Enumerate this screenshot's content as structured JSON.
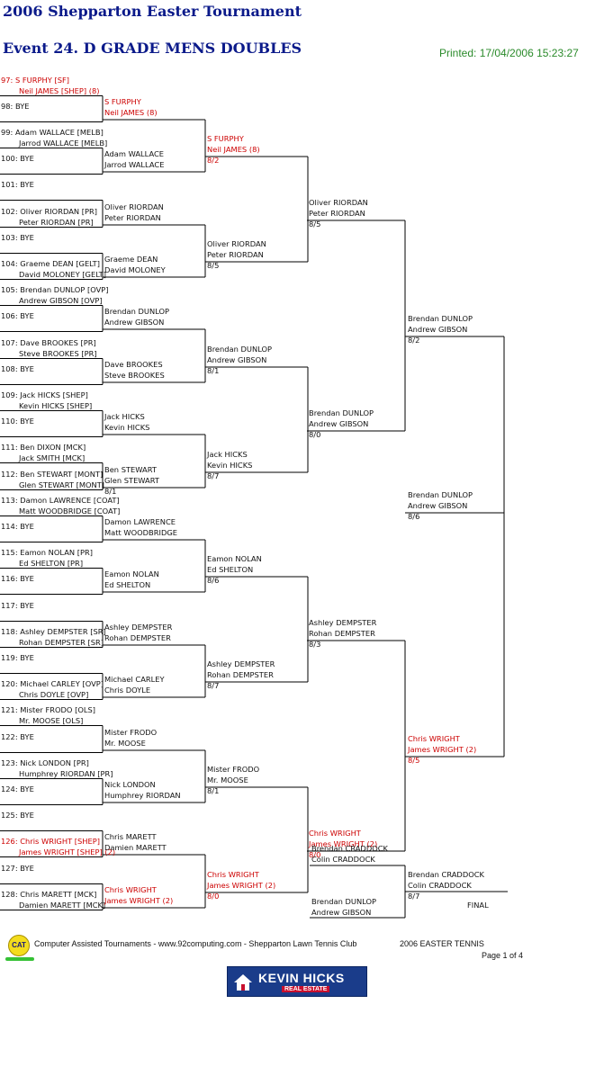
{
  "header": {
    "tournament": "2006 Shepparton Easter Tournament",
    "event": "Event 24. D GRADE MENS DOUBLES",
    "printed": "Printed: 17/04/2006 15:23:27"
  },
  "entries": [
    {
      "n": "97:",
      "l1": "S FURPHY [SF]",
      "l2": "Neil JAMES [SHEP] (8)",
      "seed": true
    },
    {
      "n": "98:",
      "l1": "BYE",
      "l2": ""
    },
    {
      "n": "99:",
      "l1": "Adam WALLACE [MELB]",
      "l2": "Jarrod WALLACE [MELB]"
    },
    {
      "n": "100:",
      "l1": "BYE",
      "l2": ""
    },
    {
      "n": "101:",
      "l1": "BYE",
      "l2": ""
    },
    {
      "n": "102:",
      "l1": "Oliver RIORDAN [PR]",
      "l2": "Peter RIORDAN [PR]"
    },
    {
      "n": "103:",
      "l1": "BYE",
      "l2": ""
    },
    {
      "n": "104:",
      "l1": "Graeme DEAN [GELT]",
      "l2": "David MOLONEY [GELT]"
    },
    {
      "n": "105:",
      "l1": "Brendan DUNLOP [OVP]",
      "l2": "Andrew GIBSON [OVP]"
    },
    {
      "n": "106:",
      "l1": "BYE",
      "l2": ""
    },
    {
      "n": "107:",
      "l1": "Dave BROOKES [PR]",
      "l2": "Steve BROOKES [PR]"
    },
    {
      "n": "108:",
      "l1": "BYE",
      "l2": ""
    },
    {
      "n": "109:",
      "l1": "Jack HICKS [SHEP]",
      "l2": "Kevin HICKS [SHEP]"
    },
    {
      "n": "110:",
      "l1": "BYE",
      "l2": ""
    },
    {
      "n": "111:",
      "l1": "Ben DIXON [MCK]",
      "l2": "Jack SMITH [MCK]"
    },
    {
      "n": "112:",
      "l1": "Ben STEWART [MONT]",
      "l2": "Glen STEWART [MONT]"
    },
    {
      "n": "113:",
      "l1": "Damon LAWRENCE [COAT]",
      "l2": "Matt WOODBRIDGE [COAT]"
    },
    {
      "n": "114:",
      "l1": "BYE",
      "l2": ""
    },
    {
      "n": "115:",
      "l1": "Eamon NOLAN [PR]",
      "l2": "Ed SHELTON [PR]"
    },
    {
      "n": "116:",
      "l1": "BYE",
      "l2": ""
    },
    {
      "n": "117:",
      "l1": "BYE",
      "l2": ""
    },
    {
      "n": "118:",
      "l1": "Ashley DEMPSTER [SR]",
      "l2": "Rohan DEMPSTER [SR]"
    },
    {
      "n": "119:",
      "l1": "BYE",
      "l2": ""
    },
    {
      "n": "120:",
      "l1": "Michael CARLEY [OVP]",
      "l2": "Chris DOYLE [OVP]"
    },
    {
      "n": "121:",
      "l1": "Mister FRODO [OLS]",
      "l2": "Mr. MOOSE [OLS]"
    },
    {
      "n": "122:",
      "l1": "BYE",
      "l2": ""
    },
    {
      "n": "123:",
      "l1": "Nick LONDON [PR]",
      "l2": "Humphrey RIORDAN [PR]"
    },
    {
      "n": "124:",
      "l1": "BYE",
      "l2": ""
    },
    {
      "n": "125:",
      "l1": "BYE",
      "l2": ""
    },
    {
      "n": "126:",
      "l1": "Chris WRIGHT [SHEP]",
      "l2": "James WRIGHT [SHEP] (2)",
      "seed": true
    },
    {
      "n": "127:",
      "l1": "BYE",
      "l2": ""
    },
    {
      "n": "128:",
      "l1": "Chris MARETT [MCK]",
      "l2": "Damien MARETT [MCK]"
    }
  ],
  "round2": [
    {
      "l1": "S FURPHY",
      "l2": "Neil JAMES (8)",
      "score": "",
      "seed": true
    },
    {
      "l1": "Adam WALLACE",
      "l2": "Jarrod WALLACE",
      "score": ""
    },
    {
      "l1": "Oliver RIORDAN",
      "l2": "Peter RIORDAN",
      "score": ""
    },
    {
      "l1": "Graeme DEAN",
      "l2": "David MOLONEY",
      "score": ""
    },
    {
      "l1": "Brendan DUNLOP",
      "l2": "Andrew GIBSON",
      "score": ""
    },
    {
      "l1": "Dave BROOKES",
      "l2": "Steve BROOKES",
      "score": ""
    },
    {
      "l1": "Jack HICKS",
      "l2": "Kevin HICKS",
      "score": ""
    },
    {
      "l1": "Ben STEWART",
      "l2": "Glen STEWART",
      "score": "8/1"
    },
    {
      "l1": "Damon LAWRENCE",
      "l2": "Matt WOODBRIDGE",
      "score": ""
    },
    {
      "l1": "Eamon NOLAN",
      "l2": "Ed SHELTON",
      "score": ""
    },
    {
      "l1": "Ashley DEMPSTER",
      "l2": "Rohan DEMPSTER",
      "score": ""
    },
    {
      "l1": "Michael CARLEY",
      "l2": "Chris DOYLE",
      "score": ""
    },
    {
      "l1": "Mister FRODO",
      "l2": "Mr. MOOSE",
      "score": ""
    },
    {
      "l1": "Nick LONDON",
      "l2": "Humphrey RIORDAN",
      "score": ""
    },
    {
      "l1": "Chris MARETT",
      "l2": "Damien MARETT",
      "score": ""
    },
    {
      "l1": "Chris WRIGHT",
      "l2": "James WRIGHT (2)",
      "score": "",
      "seed": true
    }
  ],
  "round3": [
    {
      "l1": "S FURPHY",
      "l2": "Neil JAMES (8)",
      "score": "8/2",
      "seed": true
    },
    {
      "l1": "Oliver RIORDAN",
      "l2": "Peter RIORDAN",
      "score": "8/5"
    },
    {
      "l1": "Brendan DUNLOP",
      "l2": "Andrew GIBSON",
      "score": "8/1"
    },
    {
      "l1": "Jack HICKS",
      "l2": "Kevin HICKS",
      "score": "8/7"
    },
    {
      "l1": "Eamon NOLAN",
      "l2": "Ed SHELTON",
      "score": "8/6"
    },
    {
      "l1": "Ashley DEMPSTER",
      "l2": "Rohan DEMPSTER",
      "score": "8/7"
    },
    {
      "l1": "Mister FRODO",
      "l2": "Mr. MOOSE",
      "score": "8/1"
    },
    {
      "l1": "Chris WRIGHT",
      "l2": "James WRIGHT (2)",
      "score": "8/0",
      "seed": true
    }
  ],
  "round4": [
    {
      "l1": "Oliver RIORDAN",
      "l2": "Peter RIORDAN",
      "score": "8/5"
    },
    {
      "l1": "Brendan DUNLOP",
      "l2": "Andrew GIBSON",
      "score": "8/0"
    },
    {
      "l1": "Ashley DEMPSTER",
      "l2": "Rohan DEMPSTER",
      "score": "8/3"
    },
    {
      "l1": "Chris WRIGHT",
      "l2": "James WRIGHT (2)",
      "score": "8/0",
      "seed": true
    }
  ],
  "round5": [
    {
      "l1": "Brendan DUNLOP",
      "l2": "Andrew GIBSON",
      "score": "8/2"
    },
    {
      "l1": "Chris WRIGHT",
      "l2": "James WRIGHT (2)",
      "score": "8/5",
      "seed": true
    }
  ],
  "round6": [
    {
      "l1": "Brendan DUNLOP",
      "l2": "Andrew GIBSON",
      "score": "8/6"
    }
  ],
  "final": {
    "top": {
      "l1": "Brendan CRADDOCK",
      "l2": "Colin CRADDOCK"
    },
    "bottom": {
      "l1": "Brendan DUNLOP",
      "l2": "Andrew GIBSON"
    },
    "winner": {
      "l1": "Brendan CRADDOCK",
      "l2": "Colin CRADDOCK",
      "score": "8/7"
    },
    "label": "FINAL"
  },
  "footer": {
    "logo_text": "CAT",
    "credit": "Computer Assisted Tournaments - www.92computing.com -  Shepparton Lawn Tennis Club",
    "event_name": "2006 EASTER TENNIS",
    "page": "Page 1 of 4",
    "sponsor_name": "KEVIN HICKS",
    "sponsor_sub": "REAL ESTATE"
  },
  "colors": {
    "title": "#0b1a8a",
    "printed": "#2a8a2a",
    "seed": "#cc0000",
    "line": "#000000"
  }
}
